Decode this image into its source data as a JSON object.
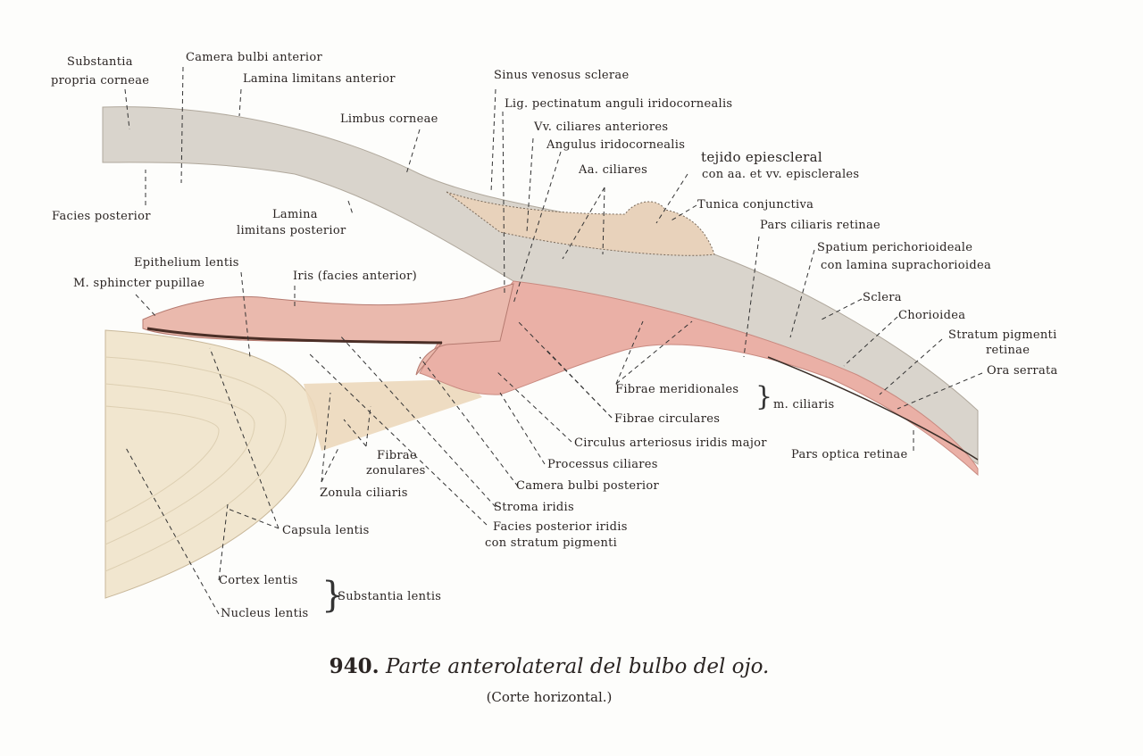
{
  "labels": {
    "substantia_propria": "Substantia",
    "substantia_propria_2": "propria corneae",
    "camera_anterior": "Camera bulbi anterior",
    "lamina_lim_anterior": "Lamina limitans anterior",
    "limbus": "Limbus corneae",
    "facies_posterior": "Facies posterior",
    "lamina_lim_posterior": "Lamina",
    "lamina_lim_posterior_2": "limitans posterior",
    "sinus_venosus": "Sinus venosus sclerae",
    "lig_pectinatum": "Lig. pectinatum anguli iridocornealis",
    "vv_ciliares": "Vv. ciliares anteriores",
    "angulus": "Angulus iridocornealis",
    "aa_ciliares": "Aa. ciliares",
    "tejido": "tejido epiescleral",
    "tejido_2": "con aa. et vv. episclerales",
    "tunica": "Tunica conjunctiva",
    "pars_ciliaris": "Pars ciliaris retinae",
    "spatium": "Spatium perichorioideale",
    "spatium_2": "con lamina suprachorioidea",
    "sclera": "Sclera",
    "choroidea": "Chorioidea",
    "stratum_pigmenti": "Stratum pigmenti",
    "stratum_pigmenti_2": "retinae",
    "ora_serrata": "Ora serrata",
    "epithelium": "Epithelium lentis",
    "sphincter": "M. sphincter pupillae",
    "iris": "Iris (facies anterior)",
    "fibrae_meridionales": "Fibrae meridionales",
    "fibrae_circulares": "Fibrae circulares",
    "m_ciliaris": "m. ciliaris",
    "circulus": "Circulus arteriosus iridis major",
    "pars_optica": "Pars optica retinae",
    "fibrae_zonulares": "Fibrae",
    "fibrae_zonulares_2": "zonulares",
    "zonula": "Zonula ciliaris",
    "processus": "Processus ciliares",
    "camera_posterior": "Camera bulbi posterior",
    "stroma": "Stroma iridis",
    "facies_post_iridis": "Facies posterior iridis",
    "facies_post_iridis_2": "con stratum pigmenti",
    "capsula": "Capsula lentis",
    "cortex": "Cortex lentis",
    "nucleus": "Nucleus lentis",
    "substantia_lentis": "Substantia lentis"
  },
  "caption": {
    "number": "940.",
    "title": "Parte anterolateral del bulbo del ojo.",
    "subtitle": "(Corte horizontal.)"
  },
  "colors": {
    "sclera": "#d9d4cc",
    "ciliary": "#eab0a6",
    "lens": "#f1e6cf",
    "zonule": "#ecd8bb"
  }
}
